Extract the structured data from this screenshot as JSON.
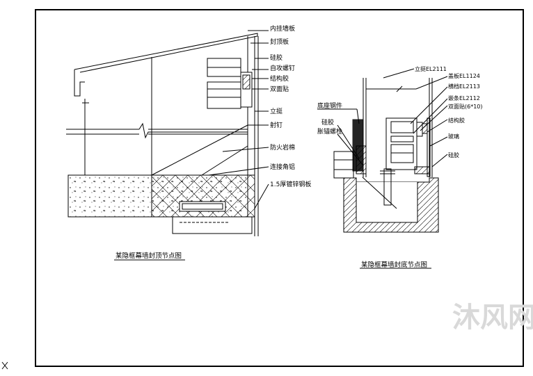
{
  "left_detail": {
    "labels": [
      "内挂墙板",
      "封顶板",
      "硅胶",
      "自攻螺钉",
      "结构胶",
      "双面贴",
      "立挺",
      "射钉",
      "防火岩棉",
      "连接角铝",
      "1.5厚镀锌钢板"
    ],
    "caption": "某隐框幕墙封顶节点图"
  },
  "right_detail": {
    "labels_right": [
      "立挺EL2111",
      "盖板EL1124",
      "横档EL2113",
      "嵌条EL2112",
      "双面贴(6*10)",
      "结构胶",
      "玻璃",
      "硅胶"
    ],
    "labels_left": [
      "底座钢件",
      "硅胶",
      "胀锚螺栓"
    ],
    "caption": "某隐框幕墙封底节点图"
  },
  "watermark": "沐风网"
}
